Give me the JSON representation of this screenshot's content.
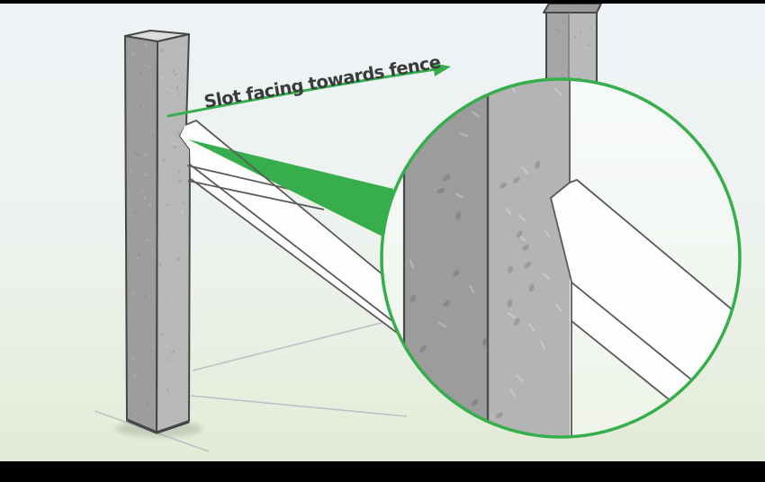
{
  "annotation": {
    "label": "Slot facing towards fence"
  },
  "colors": {
    "accent_green": "#35ae4b",
    "text_color": "#3b3b3b",
    "outline": "#474747",
    "letterbox": "#000000",
    "background_top": "#edf3f6",
    "background_mid": "#eef2ee",
    "background_bottom": "#e2ebd4",
    "circle_bg_top": "#f7fafb",
    "circle_bg_bottom": "#eff4e9",
    "post_left_face": "#9d9d9d",
    "post_front_face": "#b8b8b8",
    "post_top_cap": "#dcdcdc",
    "far_post_left_face": "#a6a6a6",
    "far_post_right_face": "#b9b9b9",
    "far_post_cap": "#9a9a9a",
    "magnified_left_face": "#9c9c9c",
    "magnified_front_face": "#b4b4b4",
    "slot_white": "#fdfdfd",
    "ground_line": "#bdc0c8"
  },
  "scene": {
    "description": "Instructional illustration of a slotted concrete fence post",
    "parts": [
      "main-slotted-post",
      "distant-post",
      "slot-notch",
      "magnifier-circle",
      "direction-arrow"
    ]
  }
}
